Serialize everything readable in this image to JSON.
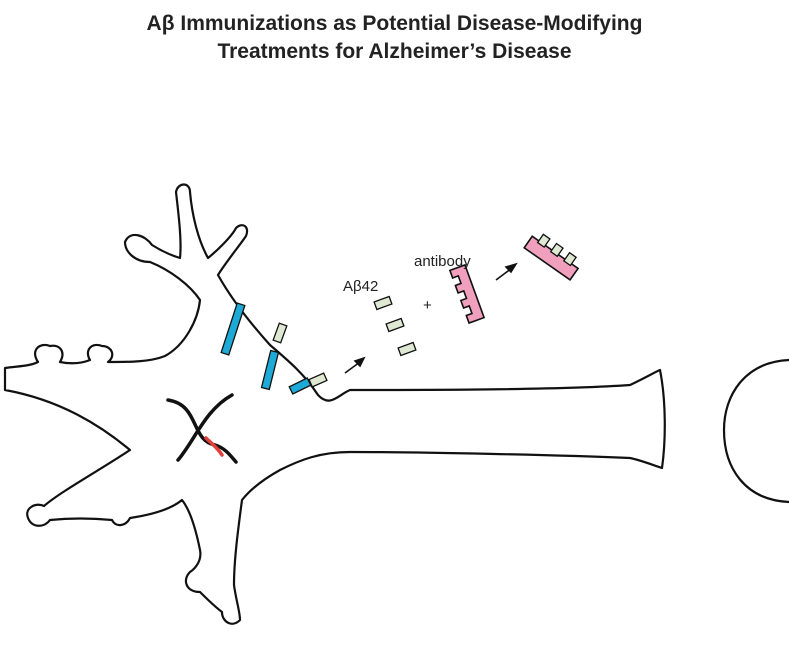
{
  "title": {
    "line1": "Aβ Immunizations as Potential Disease-Modifying",
    "line2": "Treatments for Alzheimer’s Disease"
  },
  "labels": {
    "abeta": "Aβ42",
    "plus": "+",
    "antibody": "antibody"
  },
  "colors": {
    "app_blue": "#1eaad6",
    "abeta_green": "#dfe8d2",
    "antibody_pink": "#f0a0bd",
    "dna_red": "#e0413a",
    "outline": "#111111"
  }
}
